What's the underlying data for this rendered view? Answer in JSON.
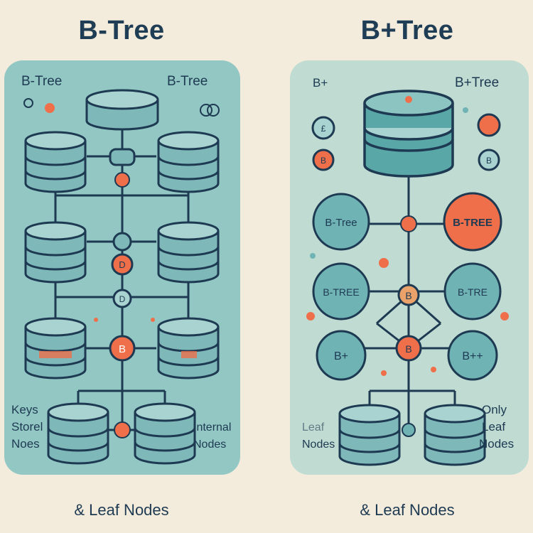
{
  "titles": {
    "left": "B-Tree",
    "right": "B+Tree"
  },
  "left_panel": {
    "corner_left": "B-Tree",
    "corner_right": "B-Tree",
    "circle_1": "D",
    "circle_2": "D",
    "circle_3": "B",
    "side_left": [
      "Keys",
      "Storel",
      "Noes"
    ],
    "side_right": [
      "Internal",
      "Nodes"
    ]
  },
  "right_panel": {
    "corner_left": "B+",
    "corner_right": "B+Tree",
    "small_1": "£",
    "small_2": "B",
    "small_3": "B",
    "node_1": "B-Tree",
    "node_2": "B-TREE",
    "node_3": "B-TREE",
    "node_4": "B-TRE",
    "node_5": "B+",
    "node_6": "B++",
    "center_1": "B",
    "center_2": "B",
    "side_left": [
      "Leaf",
      "Nodes"
    ],
    "side_right": [
      "Only",
      "Leaf",
      "Nodes"
    ]
  },
  "captions": {
    "left": "& Leaf Nodes",
    "right": "& Leaf Nodes"
  },
  "colors": {
    "navy": "#1e3a52",
    "teal_panel": "#92c7c4",
    "mint_panel": "#bfdbd2",
    "orange": "#ef6f4a",
    "db_fill": "#7fb8b8",
    "background": "#f3ecdc"
  }
}
